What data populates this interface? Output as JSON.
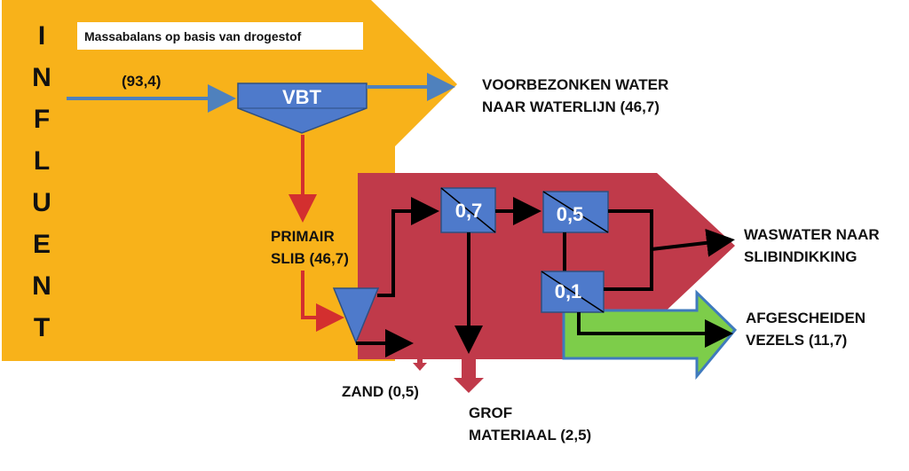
{
  "title": "Massabalans op basis van drogestof",
  "influent": {
    "letters": [
      "I",
      "N",
      "F",
      "L",
      "U",
      "E",
      "N",
      "T"
    ]
  },
  "labels": {
    "influent_value": "(93,4)",
    "vbt": "VBT",
    "voorbezonken_1": "VOORBEZONKEN WATER",
    "voorbezonken_2": "NAAR WATERLIJN (46,7)",
    "primair_1": "PRIMAIR",
    "primair_2": "SLIB (46,7)",
    "waswater_1": "WASWATER NAAR",
    "waswater_2": "SLIBINDIKKING",
    "vezels_1": "AFGESCHEIDEN",
    "vezels_2": "VEZELS (11,7)",
    "zand": "ZAND (0,5)",
    "grof_1": "GROF",
    "grof_2": "MATERIAAL (2,5)"
  },
  "boxes": {
    "box1": "0,7",
    "box2": "0,5",
    "box3": "0,1"
  },
  "colors": {
    "orange": "#F8B21A",
    "red": "#C03A4A",
    "box_blue": "#4E7ACB",
    "flow_blue": "#4F81BD",
    "arrow_red": "#D32F2F",
    "green": "#7DCD4A",
    "black": "#000000"
  }
}
